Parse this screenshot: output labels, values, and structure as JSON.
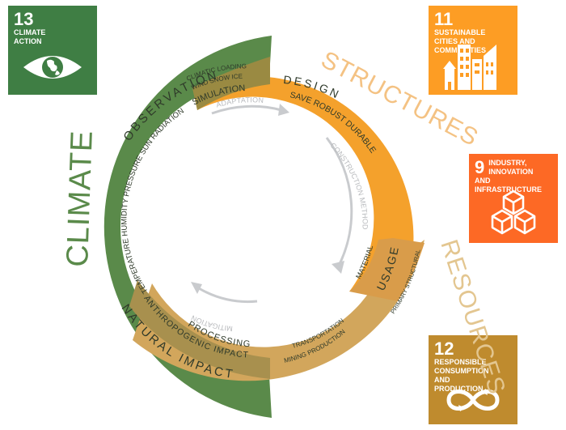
{
  "sdg_tiles": {
    "climate_action": {
      "number": "13",
      "label": "CLIMATE ACTION",
      "color": "#3f7e44",
      "icon": "eye-globe-icon"
    },
    "sustainable_cities": {
      "number": "11",
      "label": "SUSTAINABLE CITIES AND COMMUNITIES",
      "color": "#fd9d24",
      "icon": "city-buildings-icon"
    },
    "industry": {
      "number": "9",
      "label": "INDUSTRY, INNOVATION AND INFRASTRUCTURE",
      "color": "#fd6925",
      "icon": "cubes-icon"
    },
    "responsible": {
      "number": "12",
      "label": "RESPONSIBLE CONSUMPTION AND PRODUCTION",
      "color": "#bf8b2e",
      "icon": "infinity-loop-icon"
    }
  },
  "big_labels": {
    "climate": "CLIMATE",
    "structures": "STRUCTURES",
    "resources": "RESOURCES"
  },
  "ring": {
    "observation": "OBSERVATION",
    "natural_impact": "NATURAL IMPACT",
    "climate_params": "TEMPERATURE HUMIDITY PRESSURE SUN RADIATION",
    "climatic_loading": "CLIMATIC LOADING",
    "wind_snow_ice": "WIND SNOW ICE",
    "simulation": "SIMULATION",
    "design": "DESIGN",
    "design_qualities": "SAVE ROBUST DURABLE",
    "usage": "USAGE",
    "material": "MATERIAL",
    "primary_structural": "PRIMARY STRUCTURAL",
    "transportation": "TRANSPORTATION",
    "mining_production": "MINING PRODUCTION",
    "processing": "PROCESSING",
    "anthropogenic_impact": "ANTHROPOGENIC IMPACT"
  },
  "arrows": {
    "adaptation": "ADAPTATION",
    "construction_method": "CONSTRUCTION METHOD",
    "mitigation": "MITIGATION"
  },
  "colors": {
    "green": "#5a8a4a",
    "orange": "#f4a12c",
    "tan": "#d2a65c",
    "overlap_green_orange": "#9a8a42",
    "overlap_orange_tan": "#d99c4a",
    "overlap_tan_green": "#a8904e",
    "arrow_grey": "#c9cbce"
  }
}
